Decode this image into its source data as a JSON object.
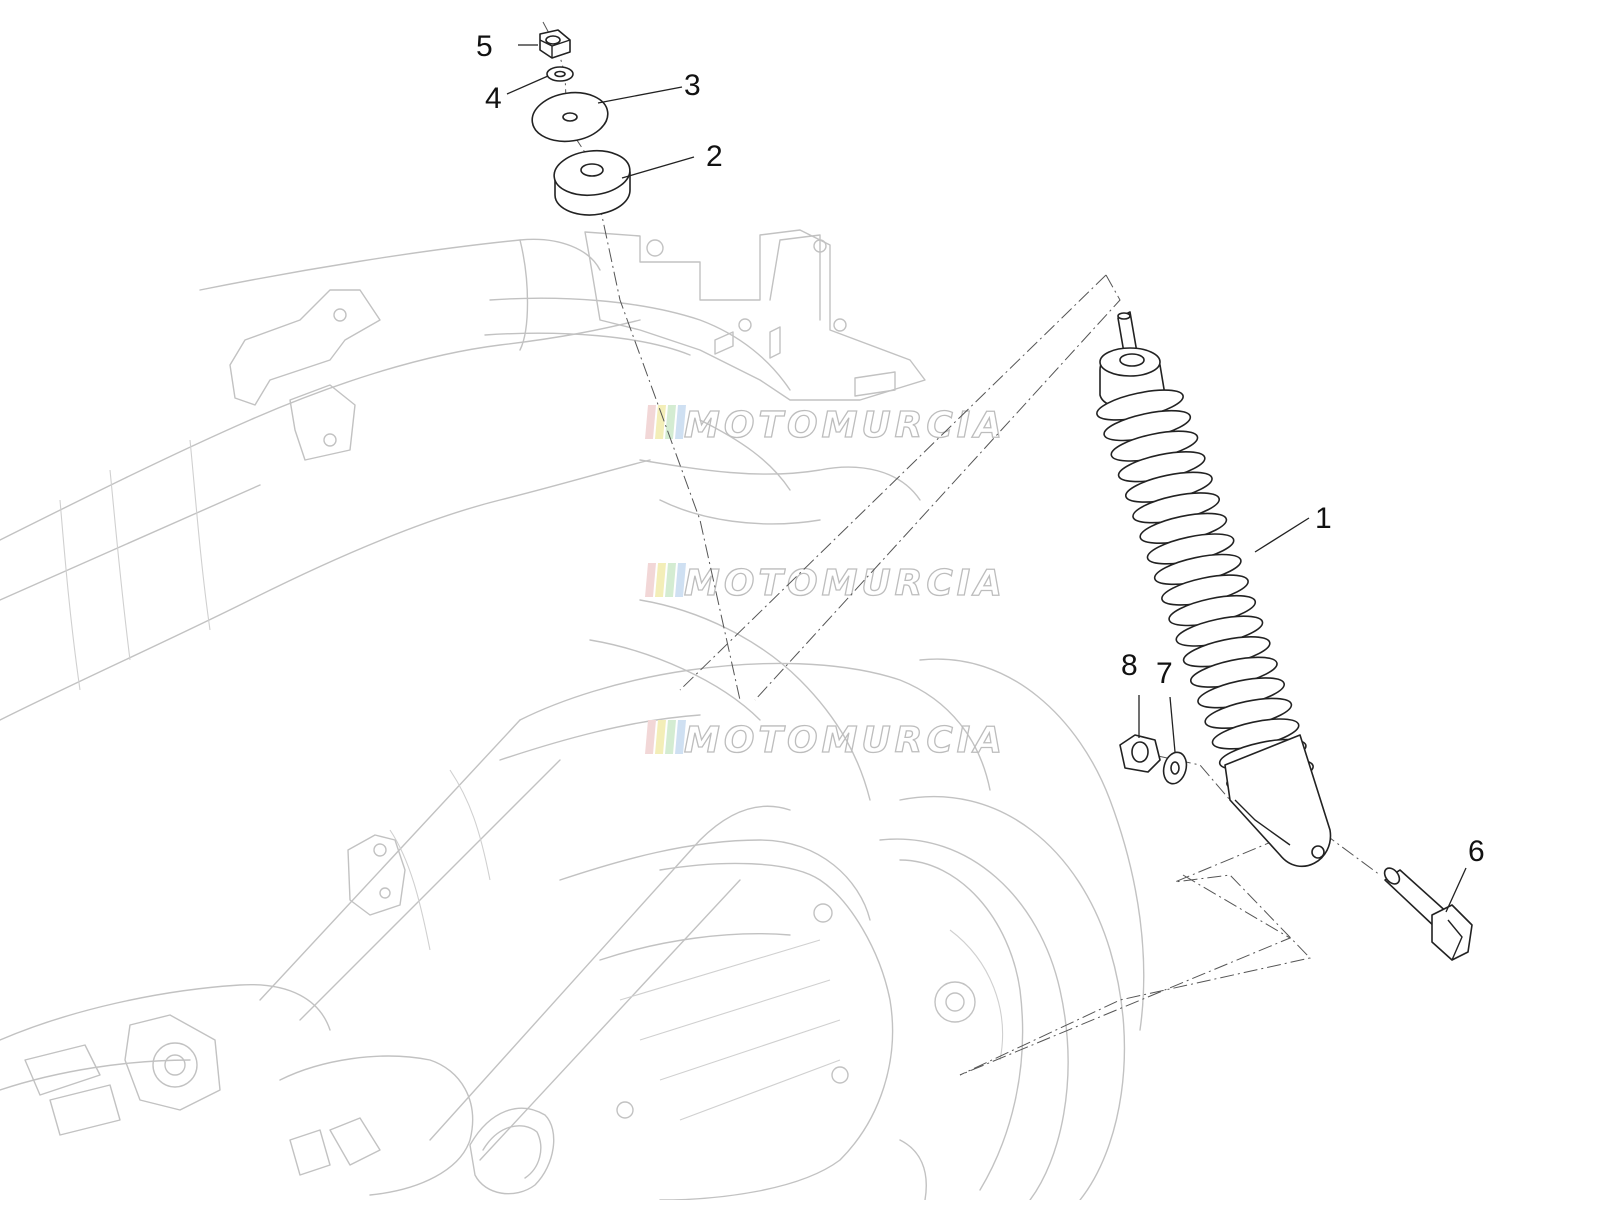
{
  "diagram": {
    "callouts": [
      {
        "number": "1",
        "part": "shock-absorber"
      },
      {
        "number": "2",
        "part": "rubber-bushing"
      },
      {
        "number": "3",
        "part": "washer"
      },
      {
        "number": "4",
        "part": "small-washer"
      },
      {
        "number": "5",
        "part": "nut"
      },
      {
        "number": "6",
        "part": "bolt"
      },
      {
        "number": "7",
        "part": "lower-washer"
      },
      {
        "number": "8",
        "part": "lower-nut"
      }
    ]
  },
  "watermark": {
    "text": "MOTOMURCIA",
    "stripe_colors": [
      "#f2d7d7",
      "#f3eeb8",
      "#d4ecd2",
      "#cfe0f2"
    ]
  }
}
